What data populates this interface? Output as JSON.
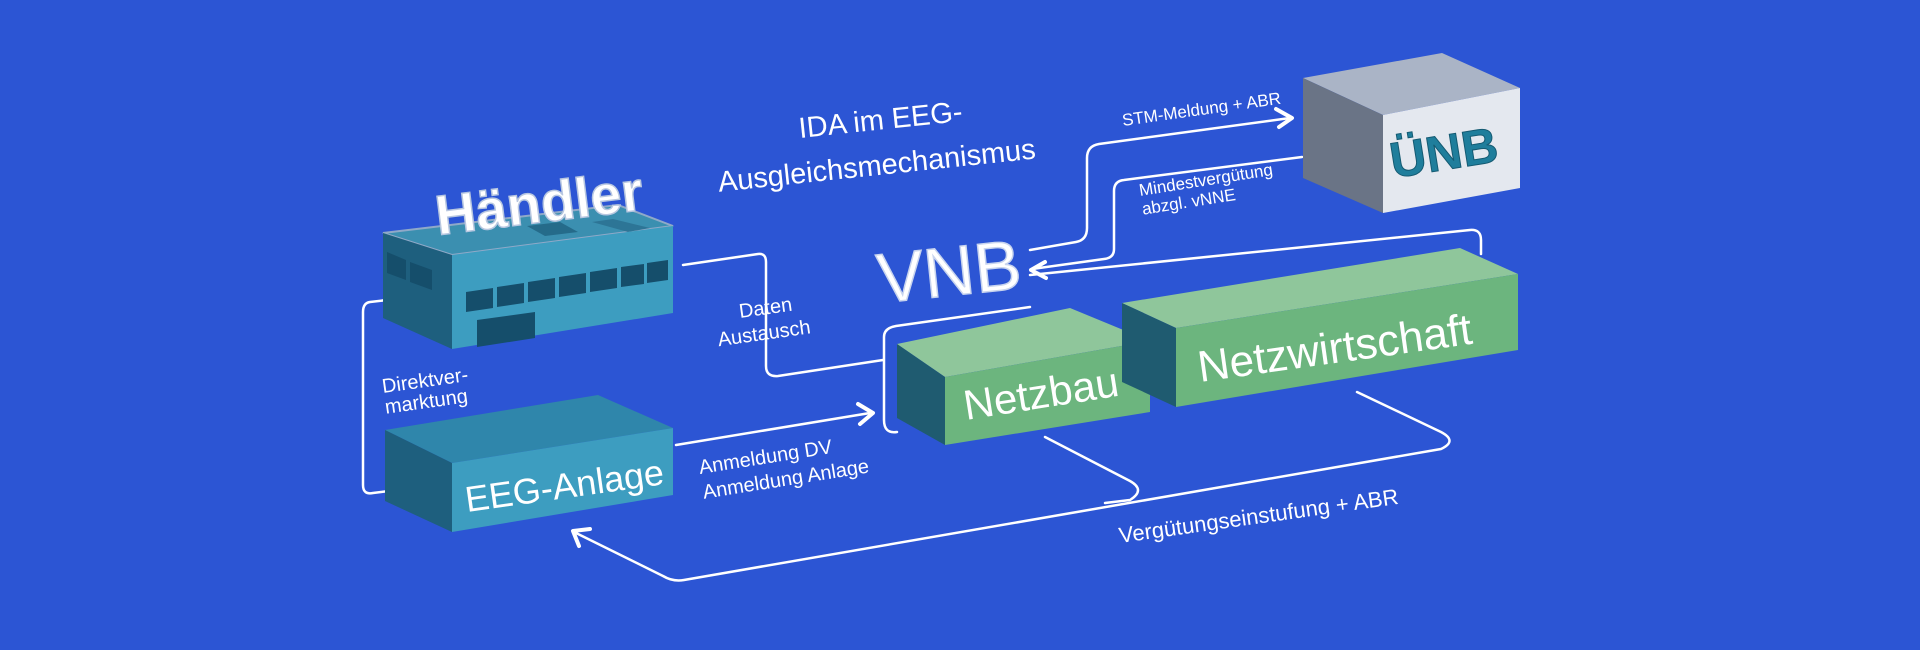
{
  "title": {
    "line1": "IDA im EEG-",
    "line2": "Ausgleichsmechanismus"
  },
  "nodes": {
    "haendler": "Händler",
    "eeg_anlage": "EEG-Anlage",
    "vnb": "VNB",
    "netzbau": "Netzbau",
    "netzwirtschaft": "Netzwirtschaft",
    "uenb": "ÜNB"
  },
  "edges": {
    "daten_austausch": {
      "line1": "Daten",
      "line2": "Austausch"
    },
    "direktvermarktung": {
      "line1": "Direktver-",
      "line2": "marktung"
    },
    "anmeldung": {
      "line1": "Anmeldung DV",
      "line2": "Anmeldung Anlage"
    },
    "stm_meldung": "STM-Meldung + ABR",
    "mindestverguetung": {
      "line1": "Mindestvergütung",
      "line2": "abzgl. vNNE"
    },
    "verguetungseinstufung": "Vergütungseinstufung + ABR"
  },
  "colors": {
    "background": "#2c55d4",
    "building_top": "#3b8fb0",
    "building_front": "#3d9dc0",
    "building_side": "#1e5f7e",
    "green_top": "#8fc69b",
    "green_front": "#6cb57e",
    "green_side": "#1f5b70",
    "uenb_top": "#aab4c6",
    "uenb_front": "#e4e8ef",
    "uenb_side": "#6a7486",
    "uenb_text": "#1f7e9c"
  }
}
